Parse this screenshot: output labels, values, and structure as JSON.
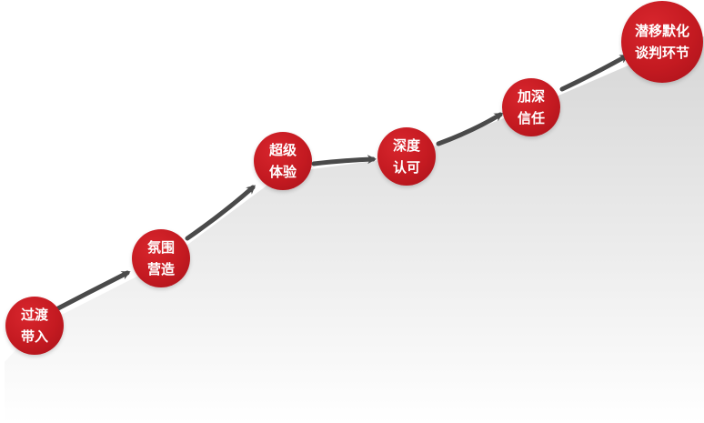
{
  "steps": [
    {
      "line1": "过渡",
      "line2": "带入"
    },
    {
      "line1": "氛围",
      "line2": "营造"
    },
    {
      "line1": "超级",
      "line2": "体验"
    },
    {
      "line1": "深度",
      "line2": "认可"
    },
    {
      "line1": "加深",
      "line2": "信任"
    },
    {
      "line1": "潜移默化",
      "line2": "谈判环节"
    }
  ],
  "colors": {
    "node": "#c41a21",
    "arrow": "#4a4a4a",
    "area_top": "#d9d9d9",
    "area_bottom": "#ffffff"
  }
}
